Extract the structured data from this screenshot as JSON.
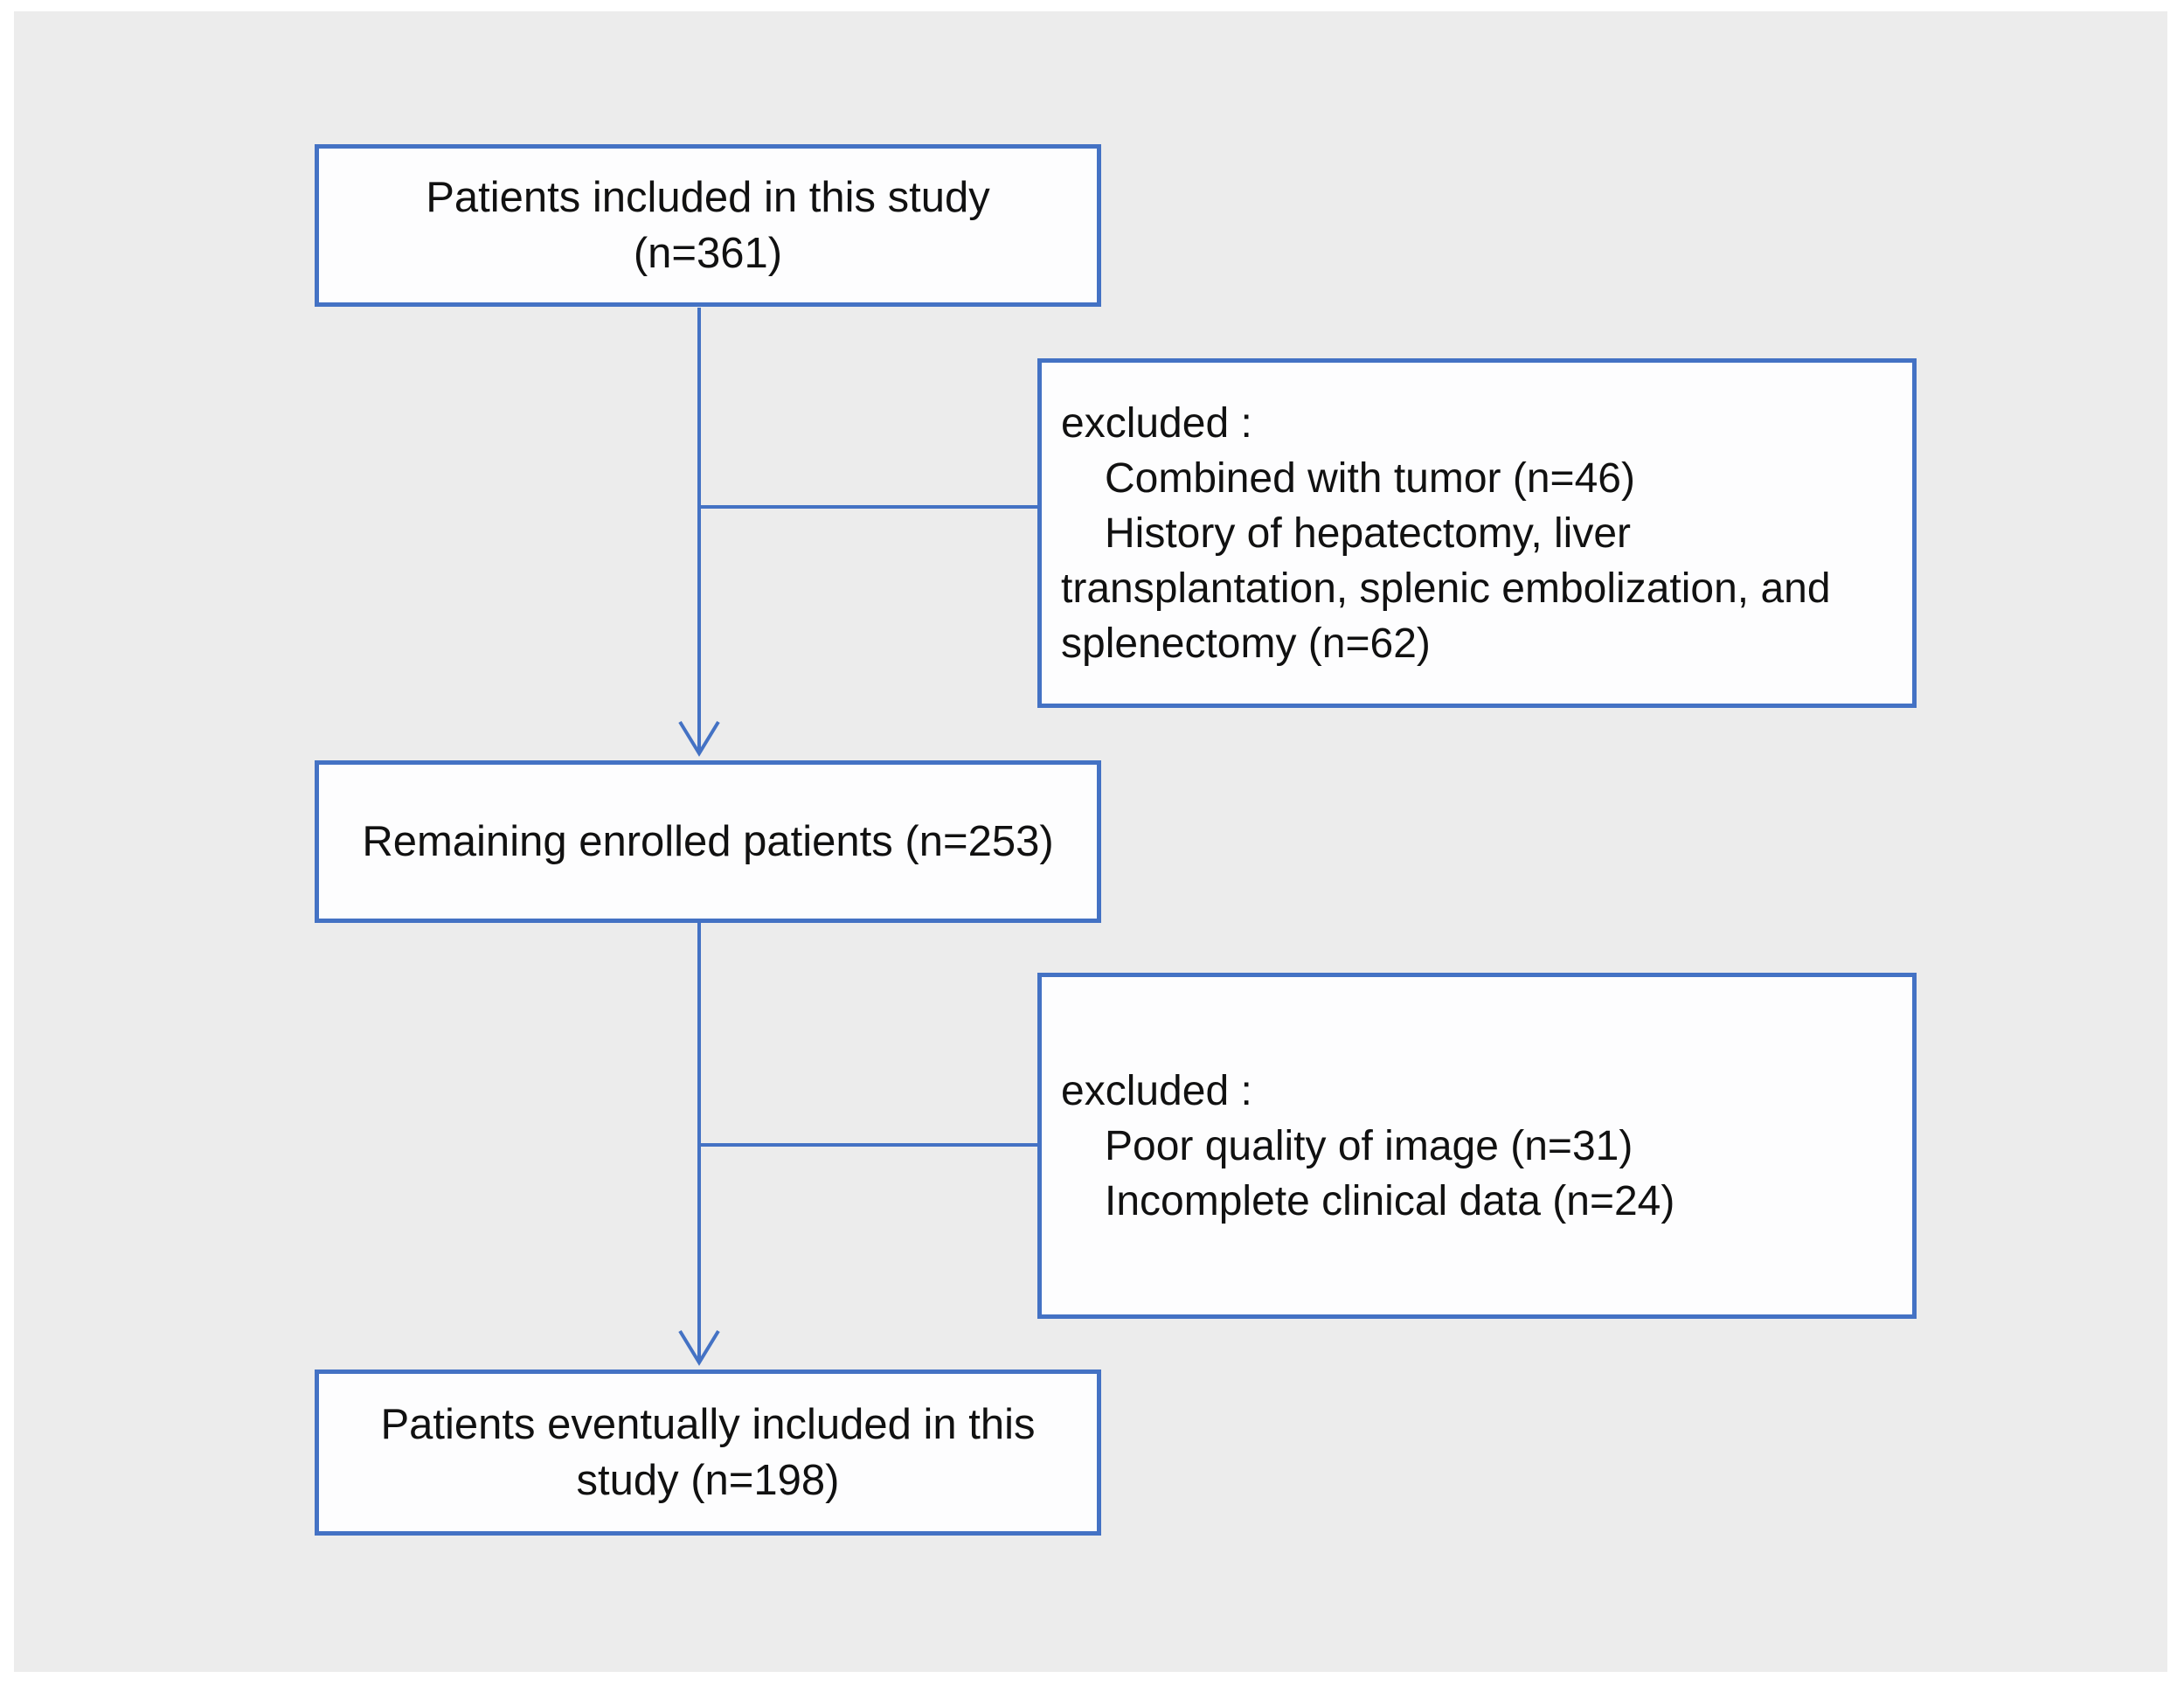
{
  "figure": {
    "type": "patient-flow-diagram",
    "colors": {
      "accent": "#4472c4",
      "canvas_background": "#ececec",
      "box_background": "#fdfdfe",
      "text": "#111111"
    },
    "boxes": {
      "included": {
        "text": "Patients included in this study (n=361)"
      },
      "excluded1": {
        "header": "excluded :",
        "items": [
          "Combined with tumor (n=46)",
          "History of hepatectomy, liver transplantation, splenic embolization, and splenectomy (n=62)"
        ]
      },
      "remaining": {
        "text": "Remaining enrolled patients (n=253)"
      },
      "excluded2": {
        "header": "excluded :",
        "items": [
          "Poor quality of image (n=31)",
          "Incomplete clinical data (n=24)"
        ]
      },
      "final": {
        "text": "Patients eventually included in this study (n=198)"
      }
    }
  }
}
